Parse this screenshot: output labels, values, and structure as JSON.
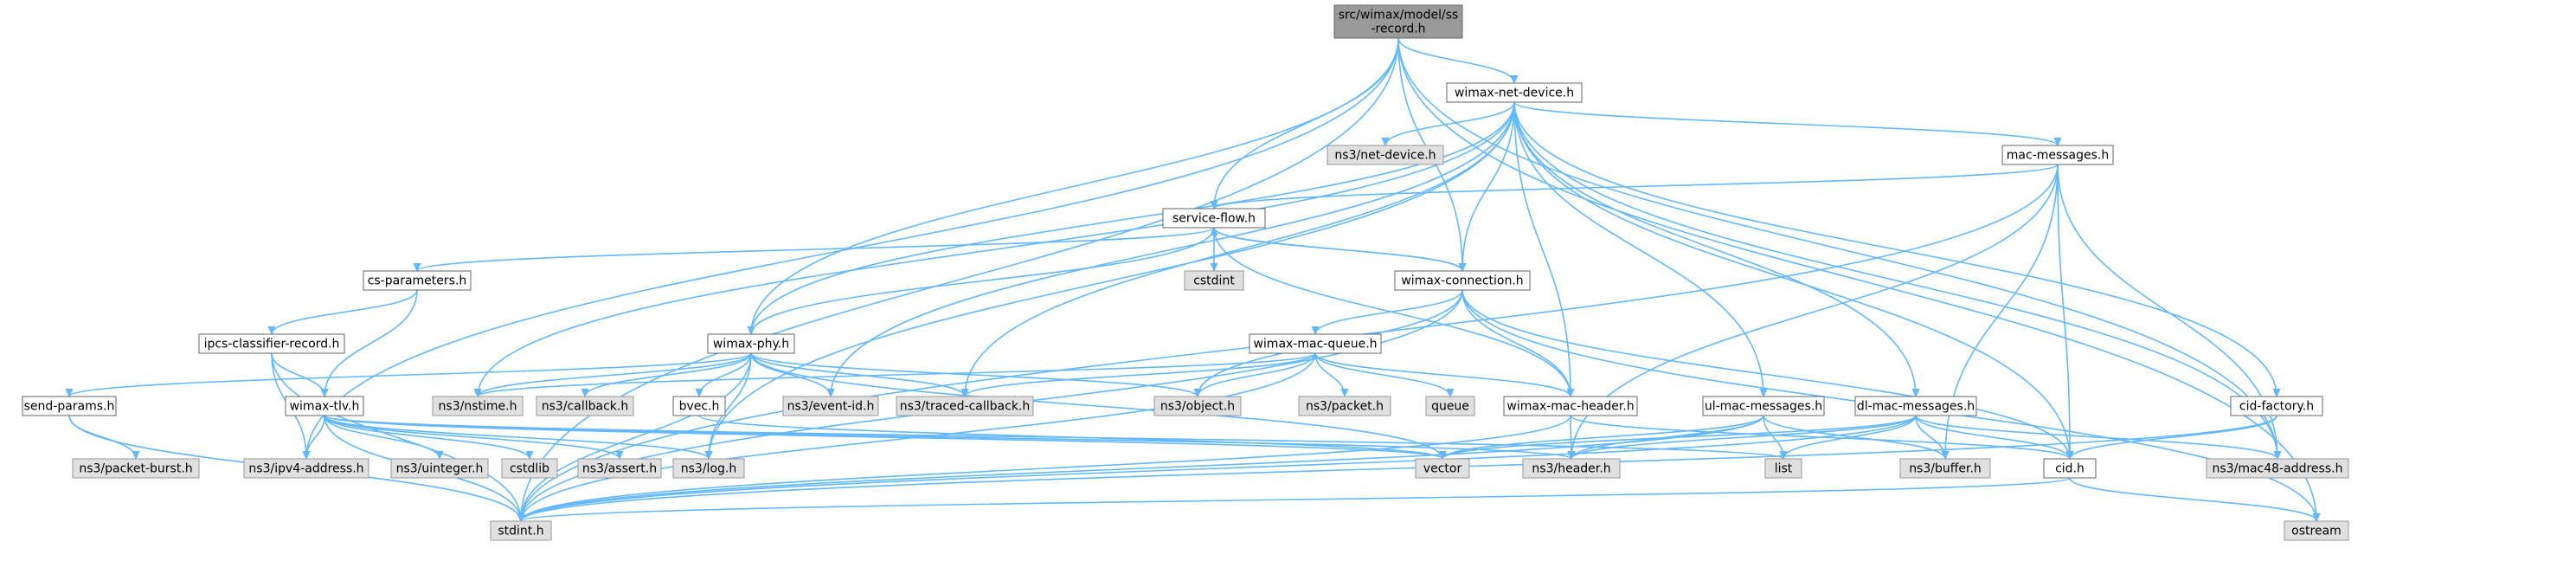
{
  "diagram": {
    "type": "include-dependency-graph",
    "colors": {
      "edge": "#63b8ff",
      "root_fill": "#999999",
      "local_fill": "#ffffff",
      "external_fill": "#e0e0e0",
      "border": "#666666",
      "external_border": "#999999"
    },
    "nodes": [
      {
        "id": "ss-record",
        "lines": [
          "src/wimax/model/ss",
          "-record.h"
        ],
        "kind": "root"
      },
      {
        "id": "wimax-net-device",
        "lines": [
          "wimax-net-device.h"
        ],
        "kind": "local"
      },
      {
        "id": "net-device",
        "lines": [
          "ns3/net-device.h"
        ],
        "kind": "external"
      },
      {
        "id": "mac-messages",
        "lines": [
          "mac-messages.h"
        ],
        "kind": "local"
      },
      {
        "id": "service-flow",
        "lines": [
          "service-flow.h"
        ],
        "kind": "local"
      },
      {
        "id": "cstdint",
        "lines": [
          "cstdint"
        ],
        "kind": "external"
      },
      {
        "id": "cs-parameters",
        "lines": [
          "cs-parameters.h"
        ],
        "kind": "local"
      },
      {
        "id": "wimax-connection",
        "lines": [
          "wimax-connection.h"
        ],
        "kind": "local"
      },
      {
        "id": "ipcs-classifier-record",
        "lines": [
          "ipcs-classifier-record.h"
        ],
        "kind": "local"
      },
      {
        "id": "wimax-phy",
        "lines": [
          "wimax-phy.h"
        ],
        "kind": "local"
      },
      {
        "id": "wimax-mac-queue",
        "lines": [
          "wimax-mac-queue.h"
        ],
        "kind": "local"
      },
      {
        "id": "send-params",
        "lines": [
          "send-params.h"
        ],
        "kind": "local"
      },
      {
        "id": "wimax-tlv",
        "lines": [
          "wimax-tlv.h"
        ],
        "kind": "local"
      },
      {
        "id": "nstime",
        "lines": [
          "ns3/nstime.h"
        ],
        "kind": "external"
      },
      {
        "id": "callback",
        "lines": [
          "ns3/callback.h"
        ],
        "kind": "external"
      },
      {
        "id": "bvec",
        "lines": [
          "bvec.h"
        ],
        "kind": "local"
      },
      {
        "id": "event-id",
        "lines": [
          "ns3/event-id.h"
        ],
        "kind": "external"
      },
      {
        "id": "traced-callback",
        "lines": [
          "ns3/traced-callback.h"
        ],
        "kind": "external"
      },
      {
        "id": "object",
        "lines": [
          "ns3/object.h"
        ],
        "kind": "external"
      },
      {
        "id": "packet",
        "lines": [
          "ns3/packet.h"
        ],
        "kind": "external"
      },
      {
        "id": "queue",
        "lines": [
          "queue"
        ],
        "kind": "external"
      },
      {
        "id": "wimax-mac-header",
        "lines": [
          "wimax-mac-header.h"
        ],
        "kind": "local"
      },
      {
        "id": "ul-mac-messages",
        "lines": [
          "ul-mac-messages.h"
        ],
        "kind": "local"
      },
      {
        "id": "dl-mac-messages",
        "lines": [
          "dl-mac-messages.h"
        ],
        "kind": "local"
      },
      {
        "id": "cid-factory",
        "lines": [
          "cid-factory.h"
        ],
        "kind": "local"
      },
      {
        "id": "packet-burst",
        "lines": [
          "ns3/packet-burst.h"
        ],
        "kind": "external"
      },
      {
        "id": "ipv4-address",
        "lines": [
          "ns3/ipv4-address.h"
        ],
        "kind": "external"
      },
      {
        "id": "uinteger",
        "lines": [
          "ns3/uinteger.h"
        ],
        "kind": "external"
      },
      {
        "id": "cstdlib",
        "lines": [
          "cstdlib"
        ],
        "kind": "external"
      },
      {
        "id": "assert",
        "lines": [
          "ns3/assert.h"
        ],
        "kind": "external"
      },
      {
        "id": "log",
        "lines": [
          "ns3/log.h"
        ],
        "kind": "external"
      },
      {
        "id": "vector",
        "lines": [
          "vector"
        ],
        "kind": "external"
      },
      {
        "id": "header",
        "lines": [
          "ns3/header.h"
        ],
        "kind": "external"
      },
      {
        "id": "list",
        "lines": [
          "list"
        ],
        "kind": "external"
      },
      {
        "id": "buffer",
        "lines": [
          "ns3/buffer.h"
        ],
        "kind": "external"
      },
      {
        "id": "cid",
        "lines": [
          "cid.h"
        ],
        "kind": "local"
      },
      {
        "id": "mac48-address",
        "lines": [
          "ns3/mac48-address.h"
        ],
        "kind": "external"
      },
      {
        "id": "stdint",
        "lines": [
          "stdint.h"
        ],
        "kind": "external"
      },
      {
        "id": "ostream",
        "lines": [
          "ostream"
        ],
        "kind": "external"
      }
    ],
    "edges": [
      [
        "ss-record",
        "wimax-net-device"
      ],
      [
        "ss-record",
        "service-flow"
      ],
      [
        "ss-record",
        "wimax-connection"
      ],
      [
        "ss-record",
        "wimax-phy"
      ],
      [
        "ss-record",
        "ipv4-address"
      ],
      [
        "ss-record",
        "mac48-address"
      ],
      [
        "ss-record",
        "stdint"
      ],
      [
        "ss-record",
        "ostream"
      ],
      [
        "wimax-net-device",
        "net-device"
      ],
      [
        "wimax-net-device",
        "mac-messages"
      ],
      [
        "wimax-net-device",
        "wimax-connection"
      ],
      [
        "wimax-net-device",
        "wimax-phy"
      ],
      [
        "wimax-net-device",
        "nstime"
      ],
      [
        "wimax-net-device",
        "event-id"
      ],
      [
        "wimax-net-device",
        "traced-callback"
      ],
      [
        "wimax-net-device",
        "log"
      ],
      [
        "wimax-net-device",
        "wimax-mac-header"
      ],
      [
        "wimax-net-device",
        "ul-mac-messages"
      ],
      [
        "wimax-net-device",
        "dl-mac-messages"
      ],
      [
        "wimax-net-device",
        "cid-factory"
      ],
      [
        "wimax-net-device",
        "cid"
      ],
      [
        "wimax-net-device",
        "mac48-address"
      ],
      [
        "mac-messages",
        "service-flow"
      ],
      [
        "mac-messages",
        "header"
      ],
      [
        "mac-messages",
        "buffer"
      ],
      [
        "mac-messages",
        "cid"
      ],
      [
        "mac-messages",
        "mac48-address"
      ],
      [
        "mac-messages",
        "stdint"
      ],
      [
        "service-flow",
        "cstdint"
      ],
      [
        "service-flow",
        "cs-parameters"
      ],
      [
        "service-flow",
        "wimax-connection"
      ],
      [
        "service-flow",
        "wimax-phy"
      ],
      [
        "service-flow",
        "wimax-mac-header"
      ],
      [
        "wimax-connection",
        "service-flow"
      ],
      [
        "wimax-connection",
        "wimax-mac-queue"
      ],
      [
        "wimax-connection",
        "wimax-mac-header"
      ],
      [
        "wimax-connection",
        "object"
      ],
      [
        "wimax-connection",
        "cid"
      ],
      [
        "wimax-connection",
        "stdint"
      ],
      [
        "wimax-connection",
        "ostream"
      ],
      [
        "cs-parameters",
        "ipcs-classifier-record"
      ],
      [
        "cs-parameters",
        "wimax-tlv"
      ],
      [
        "ipcs-classifier-record",
        "wimax-tlv"
      ],
      [
        "ipcs-classifier-record",
        "ipv4-address"
      ],
      [
        "ipcs-classifier-record",
        "stdint"
      ],
      [
        "wimax-phy",
        "send-params"
      ],
      [
        "wimax-phy",
        "nstime"
      ],
      [
        "wimax-phy",
        "callback"
      ],
      [
        "wimax-phy",
        "bvec"
      ],
      [
        "wimax-phy",
        "event-id"
      ],
      [
        "wimax-phy",
        "traced-callback"
      ],
      [
        "wimax-phy",
        "object"
      ],
      [
        "wimax-phy",
        "log"
      ],
      [
        "wimax-phy",
        "vector"
      ],
      [
        "wimax-phy",
        "stdint"
      ],
      [
        "wimax-mac-queue",
        "nstime"
      ],
      [
        "wimax-mac-queue",
        "traced-callback"
      ],
      [
        "wimax-mac-queue",
        "object"
      ],
      [
        "wimax-mac-queue",
        "packet"
      ],
      [
        "wimax-mac-queue",
        "queue"
      ],
      [
        "wimax-mac-queue",
        "wimax-mac-header"
      ],
      [
        "wimax-mac-queue",
        "stdint"
      ],
      [
        "send-params",
        "packet-burst"
      ],
      [
        "send-params",
        "stdint"
      ],
      [
        "wimax-tlv",
        "ipv4-address"
      ],
      [
        "wimax-tlv",
        "uinteger"
      ],
      [
        "wimax-tlv",
        "cstdlib"
      ],
      [
        "wimax-tlv",
        "assert"
      ],
      [
        "wimax-tlv",
        "log"
      ],
      [
        "wimax-tlv",
        "vector"
      ],
      [
        "wimax-tlv",
        "header"
      ],
      [
        "wimax-tlv",
        "list"
      ],
      [
        "wimax-tlv",
        "stdint"
      ],
      [
        "bvec",
        "vector"
      ],
      [
        "wimax-mac-header",
        "header"
      ],
      [
        "wimax-mac-header",
        "cid"
      ],
      [
        "wimax-mac-header",
        "stdint"
      ],
      [
        "ul-mac-messages",
        "vector"
      ],
      [
        "ul-mac-messages",
        "header"
      ],
      [
        "ul-mac-messages",
        "list"
      ],
      [
        "ul-mac-messages",
        "buffer"
      ],
      [
        "ul-mac-messages",
        "stdint"
      ],
      [
        "dl-mac-messages",
        "vector"
      ],
      [
        "dl-mac-messages",
        "header"
      ],
      [
        "dl-mac-messages",
        "list"
      ],
      [
        "dl-mac-messages",
        "buffer"
      ],
      [
        "dl-mac-messages",
        "cid"
      ],
      [
        "dl-mac-messages",
        "mac48-address"
      ],
      [
        "dl-mac-messages",
        "stdint"
      ],
      [
        "cid-factory",
        "cid"
      ],
      [
        "cid-factory",
        "stdint"
      ],
      [
        "cid",
        "stdint"
      ],
      [
        "cid",
        "ostream"
      ]
    ]
  }
}
